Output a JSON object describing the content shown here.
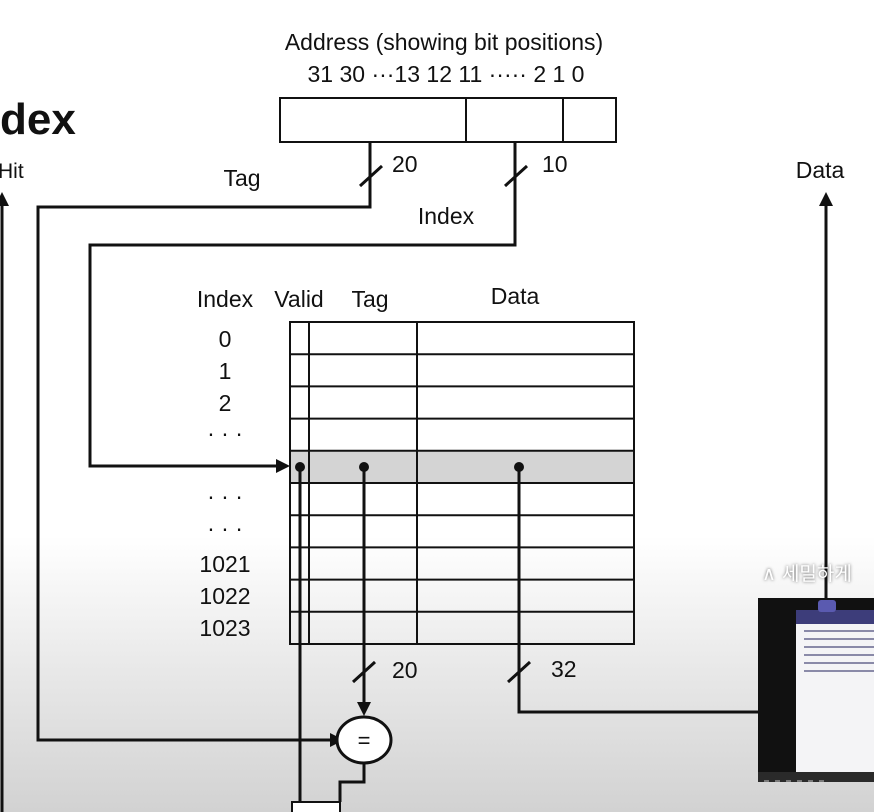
{
  "page": {
    "heading_partial": "dex",
    "hit_label_partial": "Hit"
  },
  "address": {
    "title": "Address (showing bit positions)",
    "bit_positions": "31 30  ···13 12 11 ·····  2 1 0"
  },
  "signals": {
    "tag": "Tag",
    "index": "Index",
    "data_out": "Data",
    "tag_width": "20",
    "index_width": "10",
    "compare_width": "20",
    "data_width": "32",
    "comparator": "="
  },
  "table": {
    "headers": {
      "index": "Index",
      "valid": "Valid",
      "tag": "Tag",
      "data": "Data"
    },
    "row_labels": [
      "0",
      "1",
      "2",
      "· · ·",
      "",
      "· · ·",
      "· · ·",
      "1021",
      "1022",
      "1023"
    ]
  },
  "overlay": {
    "caption_text": "∧ 세밀하게"
  },
  "colors": {
    "line": "#111111",
    "highlight_row": "#d4d4d4"
  }
}
